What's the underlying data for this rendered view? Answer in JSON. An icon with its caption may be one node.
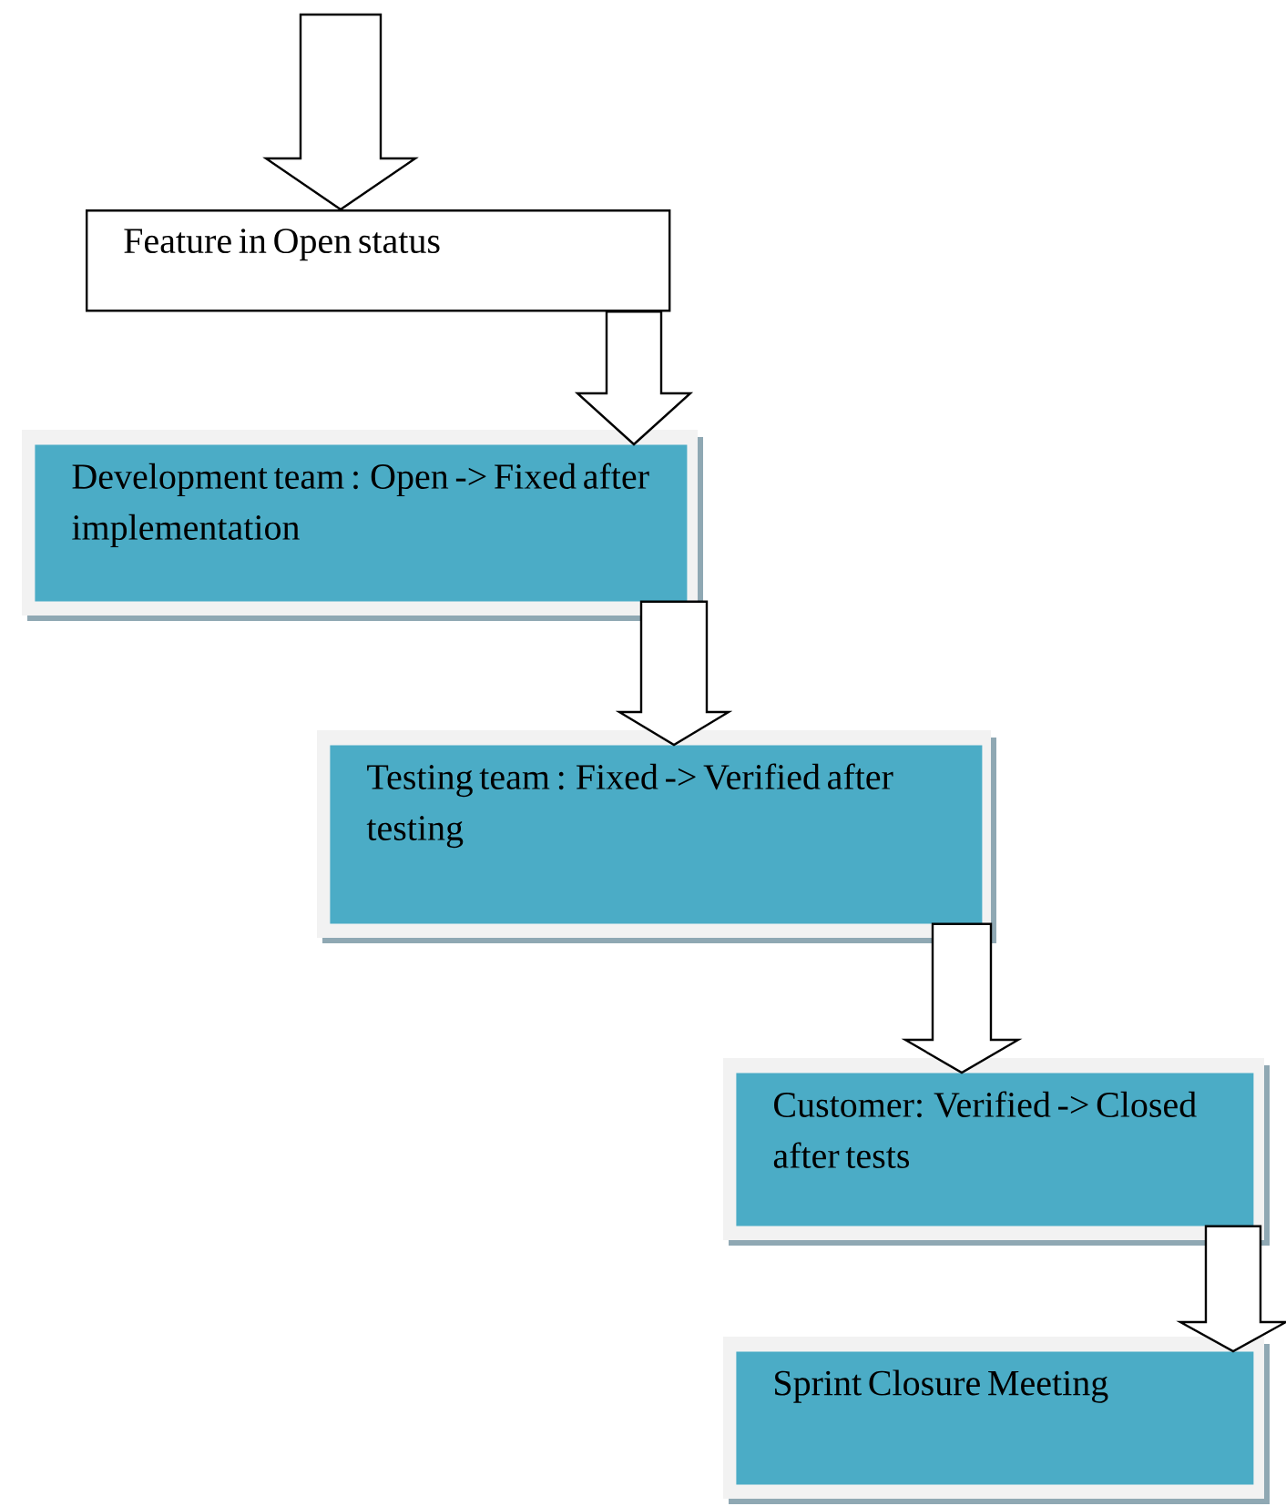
{
  "diagram": {
    "nodes": [
      {
        "text": [
          "Feature in Open status"
        ]
      },
      {
        "text": [
          "Development team : Open -> Fixed after implementation"
        ]
      },
      {
        "text": [
          "Testing team : Fixed -> Verified after testing"
        ]
      },
      {
        "text": [
          "Customer: Verified -> Closed after tests"
        ]
      },
      {
        "text": [
          "Sprint Closure Meeting"
        ]
      }
    ],
    "edges": [
      {
        "from": null,
        "to": 0,
        "arrow": "to"
      },
      {
        "from": 0,
        "to": 1,
        "arrow": "to"
      },
      {
        "from": 1,
        "to": 2,
        "arrow": "to"
      },
      {
        "from": 2,
        "to": 3,
        "arrow": "to"
      },
      {
        "from": 3,
        "to": 4,
        "arrow": "to"
      }
    ]
  }
}
